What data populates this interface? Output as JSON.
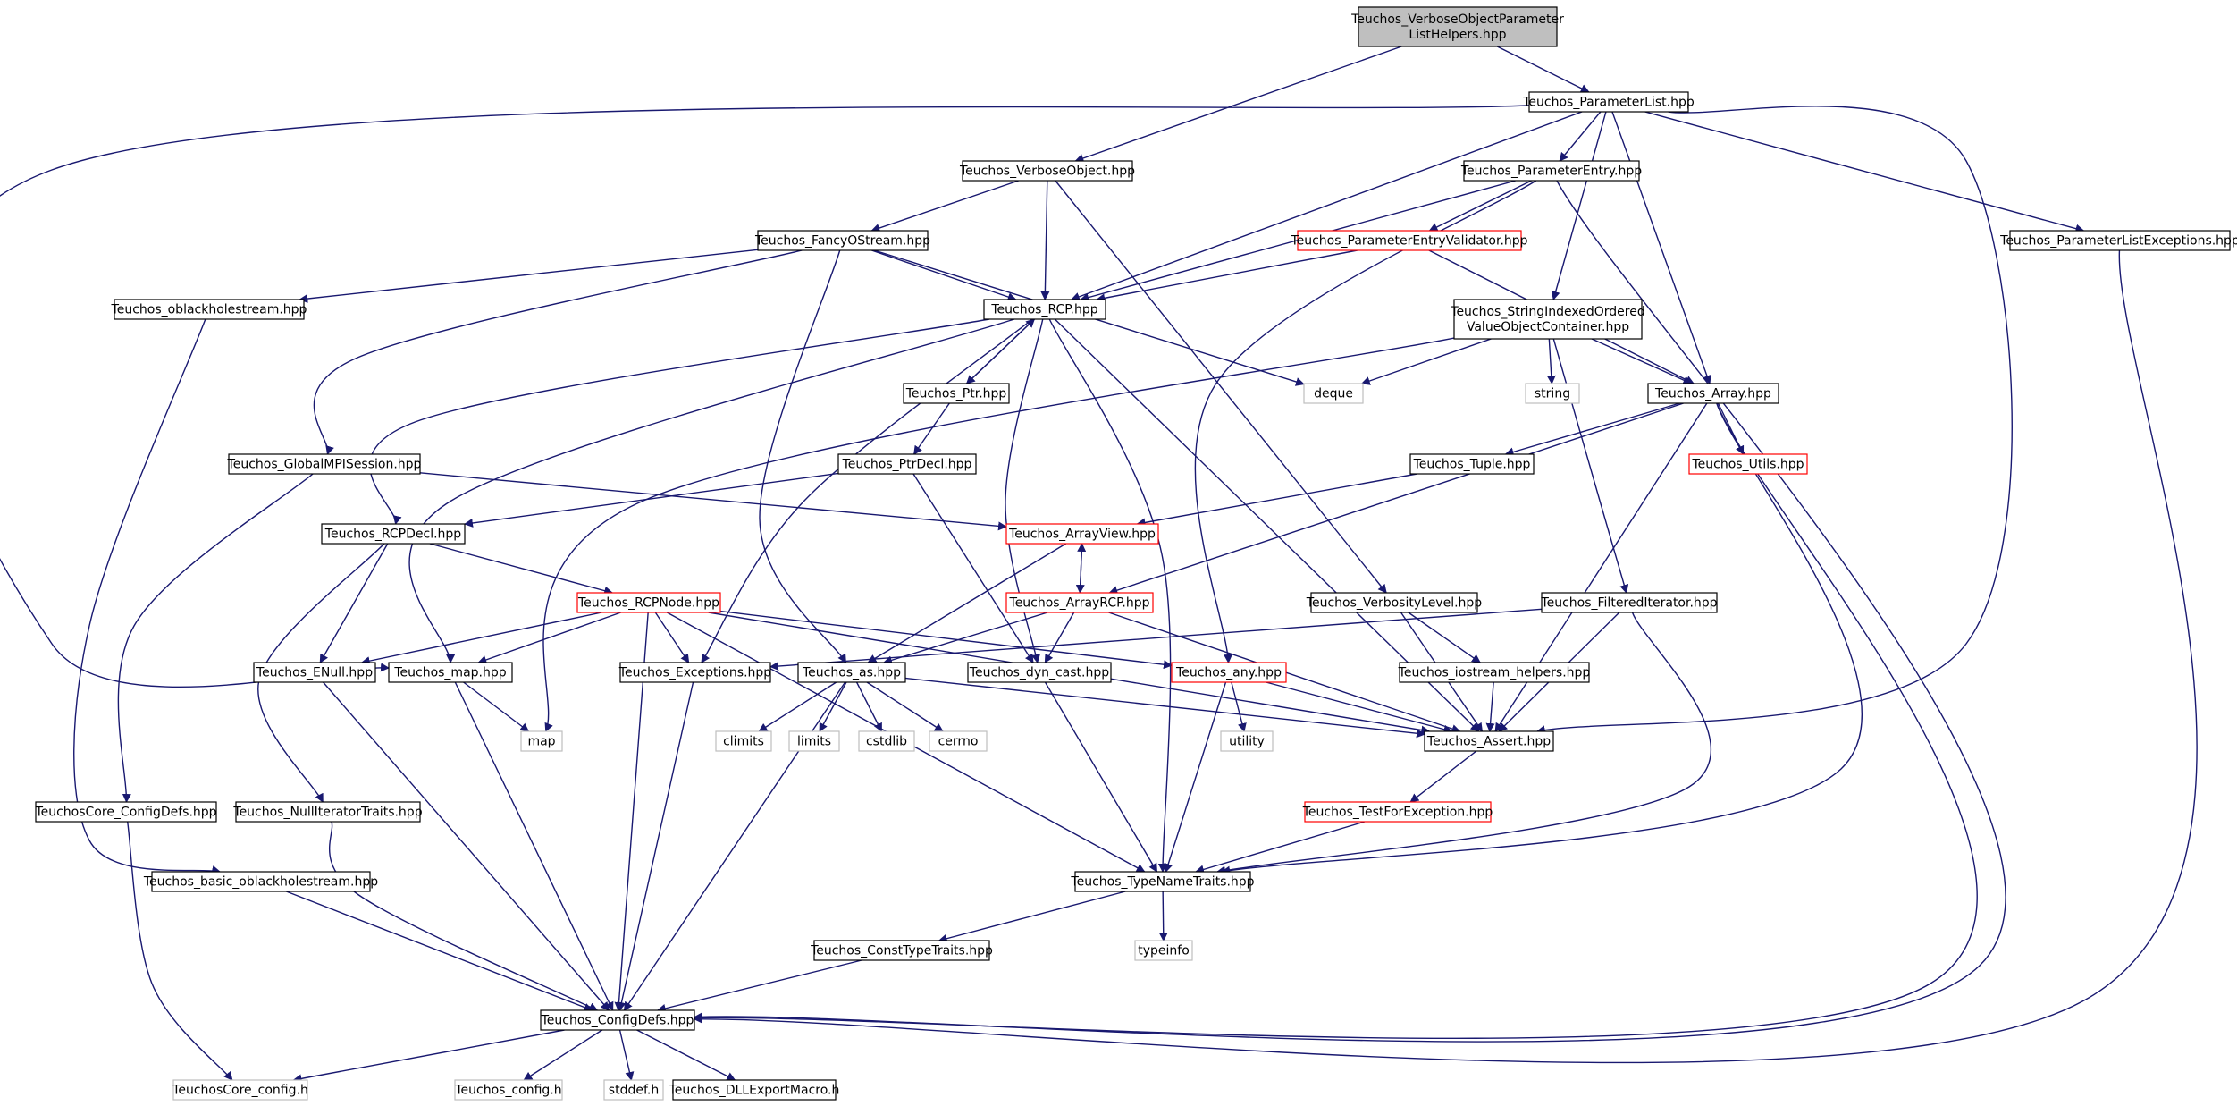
{
  "diagram": {
    "colors": {
      "edge": "#191970",
      "border_normal": "#000000",
      "border_red": "#ff0000",
      "border_gray": "#bfbfbf",
      "root_fill": "#bfbfbf",
      "node_fill": "#ffffff"
    },
    "nodes": [
      {
        "id": "root",
        "label": "Teuchos_VerboseObjectParameter\nListHelpers.hpp",
        "style": "root"
      },
      {
        "id": "paramlist",
        "label": "Teuchos_ParameterList.hpp",
        "style": "normal"
      },
      {
        "id": "verboseobj",
        "label": "Teuchos_VerboseObject.hpp",
        "style": "normal"
      },
      {
        "id": "paramentry",
        "label": "Teuchos_ParameterEntry.hpp",
        "style": "normal"
      },
      {
        "id": "fancy",
        "label": "Teuchos_FancyOStream.hpp",
        "style": "normal"
      },
      {
        "id": "pev",
        "label": "Teuchos_ParameterEntryValidator.hpp",
        "style": "red"
      },
      {
        "id": "plexc",
        "label": "Teuchos_ParameterListExceptions.hpp",
        "style": "normal"
      },
      {
        "id": "oblack",
        "label": "Teuchos_oblackholestream.hpp",
        "style": "normal"
      },
      {
        "id": "rcp",
        "label": "Teuchos_RCP.hpp",
        "style": "normal"
      },
      {
        "id": "sio",
        "label": "Teuchos_StringIndexedOrdered\nValueObjectContainer.hpp",
        "style": "normal"
      },
      {
        "id": "ptr",
        "label": "Teuchos_Ptr.hpp",
        "style": "normal"
      },
      {
        "id": "deque",
        "label": "deque",
        "style": "gray"
      },
      {
        "id": "string",
        "label": "string",
        "style": "gray"
      },
      {
        "id": "array",
        "label": "Teuchos_Array.hpp",
        "style": "normal"
      },
      {
        "id": "gmpi",
        "label": "Teuchos_GlobalMPISession.hpp",
        "style": "normal"
      },
      {
        "id": "ptrdecl",
        "label": "Teuchos_PtrDecl.hpp",
        "style": "normal"
      },
      {
        "id": "tuple",
        "label": "Teuchos_Tuple.hpp",
        "style": "normal"
      },
      {
        "id": "utils",
        "label": "Teuchos_Utils.hpp",
        "style": "red"
      },
      {
        "id": "rcpdecl",
        "label": "Teuchos_RCPDecl.hpp",
        "style": "normal"
      },
      {
        "id": "arrayview",
        "label": "Teuchos_ArrayView.hpp",
        "style": "red"
      },
      {
        "id": "rcpnode",
        "label": "Teuchos_RCPNode.hpp",
        "style": "red"
      },
      {
        "id": "arrayrcp",
        "label": "Teuchos_ArrayRCP.hpp",
        "style": "red"
      },
      {
        "id": "verblevel",
        "label": "Teuchos_VerbosityLevel.hpp",
        "style": "normal"
      },
      {
        "id": "filtit",
        "label": "Teuchos_FilteredIterator.hpp",
        "style": "normal"
      },
      {
        "id": "enull",
        "label": "Teuchos_ENull.hpp",
        "style": "normal"
      },
      {
        "id": "map_hpp",
        "label": "Teuchos_map.hpp",
        "style": "normal"
      },
      {
        "id": "exc",
        "label": "Teuchos_Exceptions.hpp",
        "style": "normal"
      },
      {
        "id": "as",
        "label": "Teuchos_as.hpp",
        "style": "normal"
      },
      {
        "id": "dyncast",
        "label": "Teuchos_dyn_cast.hpp",
        "style": "normal"
      },
      {
        "id": "any",
        "label": "Teuchos_any.hpp",
        "style": "red"
      },
      {
        "id": "iohelp",
        "label": "Teuchos_iostream_helpers.hpp",
        "style": "normal"
      },
      {
        "id": "map",
        "label": "map",
        "style": "gray"
      },
      {
        "id": "climits",
        "label": "climits",
        "style": "gray"
      },
      {
        "id": "limits",
        "label": "limits",
        "style": "gray"
      },
      {
        "id": "cstdlib",
        "label": "cstdlib",
        "style": "gray"
      },
      {
        "id": "cerrno",
        "label": "cerrno",
        "style": "gray"
      },
      {
        "id": "utility",
        "label": "utility",
        "style": "gray"
      },
      {
        "id": "assert",
        "label": "Teuchos_Assert.hpp",
        "style": "normal"
      },
      {
        "id": "coreconfigdefs",
        "label": "TeuchosCore_ConfigDefs.hpp",
        "style": "normal"
      },
      {
        "id": "nulliter",
        "label": "Teuchos_NullIteratorTraits.hpp",
        "style": "normal"
      },
      {
        "id": "tfe",
        "label": "Teuchos_TestForException.hpp",
        "style": "red"
      },
      {
        "id": "basicoblack",
        "label": "Teuchos_basic_oblackholestream.hpp",
        "style": "normal"
      },
      {
        "id": "tnt",
        "label": "Teuchos_TypeNameTraits.hpp",
        "style": "normal"
      },
      {
        "id": "consttt",
        "label": "Teuchos_ConstTypeTraits.hpp",
        "style": "normal"
      },
      {
        "id": "typeinfo",
        "label": "typeinfo",
        "style": "gray"
      },
      {
        "id": "configdefs",
        "label": "Teuchos_ConfigDefs.hpp",
        "style": "normal"
      },
      {
        "id": "coreconfig",
        "label": "TeuchosCore_config.h",
        "style": "gray"
      },
      {
        "id": "config",
        "label": "Teuchos_config.h",
        "style": "gray"
      },
      {
        "id": "stddef",
        "label": "stddef.h",
        "style": "gray"
      },
      {
        "id": "dllexport",
        "label": "Teuchos_DLLExportMacro.h",
        "style": "normal"
      }
    ],
    "edges": [
      [
        "root",
        "verboseobj"
      ],
      [
        "root",
        "paramlist"
      ],
      [
        "paramlist",
        "paramentry"
      ],
      [
        "paramlist",
        "rcp"
      ],
      [
        "paramlist",
        "sio"
      ],
      [
        "paramlist",
        "array"
      ],
      [
        "paramlist",
        "plexc"
      ],
      [
        "paramlist",
        "assert"
      ],
      [
        "paramlist",
        "map_hpp"
      ],
      [
        "verboseobj",
        "fancy"
      ],
      [
        "verboseobj",
        "rcp"
      ],
      [
        "verboseobj",
        "verblevel"
      ],
      [
        "paramentry",
        "pev"
      ],
      [
        "paramentry",
        "rcp"
      ],
      [
        "paramentry",
        "any"
      ],
      [
        "paramentry",
        "configdefs"
      ],
      [
        "pev",
        "rcp"
      ],
      [
        "pev",
        "array"
      ],
      [
        "fancy",
        "oblack"
      ],
      [
        "fancy",
        "rcp"
      ],
      [
        "fancy",
        "gmpi"
      ],
      [
        "fancy",
        "as"
      ],
      [
        "fancy",
        "deque"
      ],
      [
        "oblack",
        "basicoblack"
      ],
      [
        "rcp",
        "ptr"
      ],
      [
        "rcp",
        "rcpdecl"
      ],
      [
        "rcp",
        "map_hpp"
      ],
      [
        "rcp",
        "exc"
      ],
      [
        "rcp",
        "dyncast"
      ],
      [
        "rcp",
        "tnt"
      ],
      [
        "rcp",
        "assert"
      ],
      [
        "ptr",
        "rcp"
      ],
      [
        "ptr",
        "ptrdecl"
      ],
      [
        "ptrdecl",
        "rcpdecl"
      ],
      [
        "ptrdecl",
        "dyncast"
      ],
      [
        "sio",
        "deque"
      ],
      [
        "sio",
        "string"
      ],
      [
        "sio",
        "array"
      ],
      [
        "sio",
        "map"
      ],
      [
        "sio",
        "filtit"
      ],
      [
        "array",
        "tuple"
      ],
      [
        "array",
        "utils"
      ],
      [
        "array",
        "arrayrcp"
      ],
      [
        "array",
        "assert"
      ],
      [
        "array",
        "tnt"
      ],
      [
        "array",
        "configdefs"
      ],
      [
        "tuple",
        "arrayview"
      ],
      [
        "gmpi",
        "arrayview"
      ],
      [
        "gmpi",
        "coreconfigdefs"
      ],
      [
        "rcpdecl",
        "rcpnode"
      ],
      [
        "rcpdecl",
        "enull"
      ],
      [
        "rcpdecl",
        "nulliter"
      ],
      [
        "arrayview",
        "arrayrcp"
      ],
      [
        "arrayview",
        "as"
      ],
      [
        "arrayrcp",
        "arrayview"
      ],
      [
        "arrayrcp",
        "as"
      ],
      [
        "arrayrcp",
        "dyncast"
      ],
      [
        "arrayrcp",
        "assert"
      ],
      [
        "rcpnode",
        "enull"
      ],
      [
        "rcpnode",
        "map_hpp"
      ],
      [
        "rcpnode",
        "exc"
      ],
      [
        "rcpnode",
        "any"
      ],
      [
        "rcpnode",
        "tnt"
      ],
      [
        "rcpnode",
        "assert"
      ],
      [
        "rcpnode",
        "configdefs"
      ],
      [
        "verblevel",
        "iohelp"
      ],
      [
        "verblevel",
        "assert"
      ],
      [
        "filtit",
        "exc"
      ],
      [
        "filtit",
        "assert"
      ],
      [
        "filtit",
        "tnt"
      ],
      [
        "iohelp",
        "assert"
      ],
      [
        "enull",
        "configdefs"
      ],
      [
        "map_hpp",
        "map"
      ],
      [
        "map_hpp",
        "configdefs"
      ],
      [
        "exc",
        "configdefs"
      ],
      [
        "as",
        "climits"
      ],
      [
        "as",
        "limits"
      ],
      [
        "as",
        "cstdlib"
      ],
      [
        "as",
        "cerrno"
      ],
      [
        "as",
        "assert"
      ],
      [
        "as",
        "configdefs"
      ],
      [
        "dyncast",
        "tnt"
      ],
      [
        "any",
        "utility"
      ],
      [
        "any",
        "assert"
      ],
      [
        "any",
        "tnt"
      ],
      [
        "assert",
        "tfe"
      ],
      [
        "tfe",
        "tnt"
      ],
      [
        "coreconfigdefs",
        "coreconfig"
      ],
      [
        "nulliter",
        "configdefs"
      ],
      [
        "basicoblack",
        "configdefs"
      ],
      [
        "tnt",
        "consttt"
      ],
      [
        "tnt",
        "typeinfo"
      ],
      [
        "consttt",
        "configdefs"
      ],
      [
        "plexc",
        "configdefs"
      ],
      [
        "configdefs",
        "coreconfig"
      ],
      [
        "configdefs",
        "config"
      ],
      [
        "configdefs",
        "stddef"
      ],
      [
        "configdefs",
        "dllexport"
      ]
    ]
  }
}
